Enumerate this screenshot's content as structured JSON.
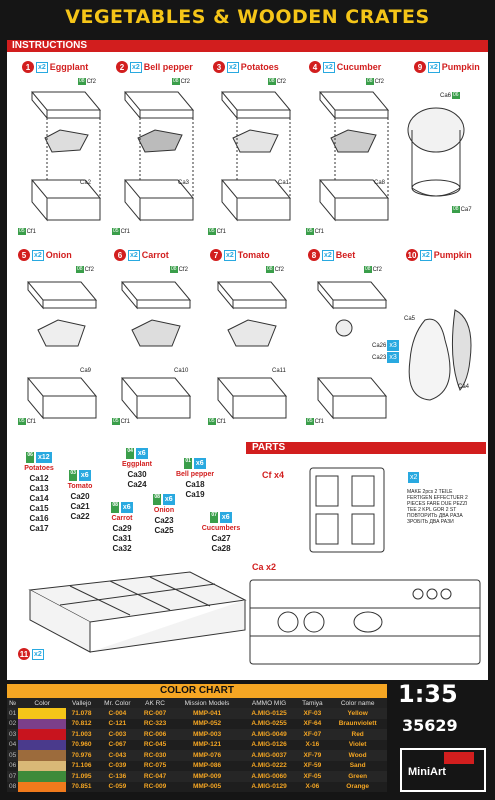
{
  "header": {
    "title": "VEGETABLES & WOODEN CRATES"
  },
  "sections": {
    "instructions": "INSTRUCTIONS",
    "parts": "PARTS"
  },
  "steps": [
    {
      "num": "1",
      "qty": "x2",
      "name": "Eggplant",
      "parts": [
        "Cf2",
        "Ca2",
        "Cf1"
      ]
    },
    {
      "num": "2",
      "qty": "x2",
      "name": "Bell pepper",
      "parts": [
        "Cf2",
        "Ca3",
        "Cf1"
      ]
    },
    {
      "num": "3",
      "qty": "x2",
      "name": "Potatoes",
      "parts": [
        "Cf2",
        "Ca1",
        "Cf1"
      ]
    },
    {
      "num": "4",
      "qty": "x2",
      "name": "Cucumber",
      "parts": [
        "Cf2",
        "Ca8",
        "Cf1"
      ]
    },
    {
      "num": "9",
      "qty": "x2",
      "name": "Pumpkin",
      "parts": [
        "Ca6",
        "Ca7"
      ]
    },
    {
      "num": "5",
      "qty": "x2",
      "name": "Onion",
      "parts": [
        "Cf2",
        "Ca9",
        "Cf1"
      ]
    },
    {
      "num": "6",
      "qty": "x2",
      "name": "Carrot",
      "parts": [
        "Cf2",
        "Ca10",
        "Cf1"
      ]
    },
    {
      "num": "7",
      "qty": "x2",
      "name": "Tomato",
      "parts": [
        "Cf2",
        "Ca11",
        "Cf1"
      ]
    },
    {
      "num": "8",
      "qty": "x2",
      "name": "Beet",
      "parts": [
        "Cf2",
        "Ca26",
        "Ca23",
        "Cf1"
      ]
    },
    {
      "num": "10",
      "qty": "x2",
      "name": "Pumpkin",
      "parts": [
        "Ca5",
        "Ca4"
      ]
    }
  ],
  "step11": {
    "num": "11",
    "qty": "x2"
  },
  "lists": {
    "potatoes": {
      "qty": "x12",
      "name": "Potatoes",
      "items": [
        "Ca12",
        "Ca13",
        "Ca14",
        "Ca15",
        "Ca16",
        "Ca17"
      ]
    },
    "tomato": {
      "qty": "x6",
      "name": "Tomato",
      "items": [
        "Ca20",
        "Ca21",
        "Ca22"
      ]
    },
    "eggplant": {
      "qty": "x6",
      "name": "Eggplant",
      "items": [
        "Ca30",
        "Ca24"
      ]
    },
    "carrot": {
      "qty": "x6",
      "name": "Carrot",
      "items": [
        "Ca29",
        "Ca31",
        "Ca32"
      ]
    },
    "onion": {
      "qty": "x6",
      "name": "Onion",
      "items": [
        "Ca23",
        "Ca25"
      ]
    },
    "bellpepper": {
      "qty": "x6",
      "name": "Bell pepper",
      "items": [
        "Ca18",
        "Ca19"
      ]
    },
    "cucumbers": {
      "qty": "x6",
      "name": "Cucumbers",
      "items": [
        "Ca27",
        "Ca28"
      ]
    }
  },
  "parts": {
    "cf": "Cf x4",
    "ca": "Ca x2",
    "note_qty": "x2",
    "note": "MAKE 2pcs  2 TEILE FERTIGEN  EFFECTUER 2 PIECES  FARE DUE PEZZI  TEE 2 KPL  GOR 2 ST  ПОВТОРИТЬ ДВА РАЗА  ЗРОБІТЬ ДВА РАЗИ"
  },
  "color_chart": {
    "title": "COLOR CHART",
    "columns": [
      "№",
      "Color",
      "Vallejo",
      "Mr. Color",
      "AK RC",
      "Mission Models",
      "AMMO MIG",
      "Tamiya",
      "Color name"
    ],
    "rows": [
      {
        "n": "01",
        "color": "#f5c518",
        "vallejo": "71.078",
        "mr": "C-004",
        "ak": "RC-007",
        "mm": "MMP-041",
        "ammo": "A.MIG-0125",
        "tamiya": "XF-03",
        "name": "Yellow"
      },
      {
        "n": "02",
        "color": "#7b3f8a",
        "vallejo": "70.812",
        "mr": "C-121",
        "ak": "RC-323",
        "mm": "MMP-052",
        "ammo": "A.MIG-0255",
        "tamiya": "XF-64",
        "name": "Braunviolett"
      },
      {
        "n": "03",
        "color": "#c8141e",
        "vallejo": "71.003",
        "mr": "C-003",
        "ak": "RC-006",
        "mm": "MMP-003",
        "ammo": "A.MIG-0049",
        "tamiya": "XF-07",
        "name": "Red"
      },
      {
        "n": "04",
        "color": "#4a3a8c",
        "vallejo": "70.960",
        "mr": "C-067",
        "ak": "RC-045",
        "mm": "MMP-121",
        "ammo": "A.MIG-0126",
        "tamiya": "X-16",
        "name": "Violet"
      },
      {
        "n": "05",
        "color": "#9c6b3c",
        "vallejo": "70.976",
        "mr": "C-043",
        "ak": "RC-030",
        "mm": "MMP-076",
        "ammo": "A.MIG-0037",
        "tamiya": "XF-79",
        "name": "Wood"
      },
      {
        "n": "06",
        "color": "#d9b877",
        "vallejo": "71.106",
        "mr": "C-039",
        "ak": "RC-075",
        "mm": "MMP-086",
        "ammo": "A.MIG-0222",
        "tamiya": "XF-59",
        "name": "Sand"
      },
      {
        "n": "07",
        "color": "#3e8a3a",
        "vallejo": "71.095",
        "mr": "C-136",
        "ak": "RC-047",
        "mm": "MMP-009",
        "ammo": "A.MIG-0060",
        "tamiya": "XF-05",
        "name": "Green"
      },
      {
        "n": "08",
        "color": "#f07a1c",
        "vallejo": "70.851",
        "mr": "C-059",
        "ak": "RC-009",
        "mm": "MMP-005",
        "ammo": "A.MIG-0129",
        "tamiya": "X-06",
        "name": "Orange"
      }
    ]
  },
  "footer": {
    "scale": "1:35",
    "code": "35629",
    "brand": "MiniArt"
  }
}
